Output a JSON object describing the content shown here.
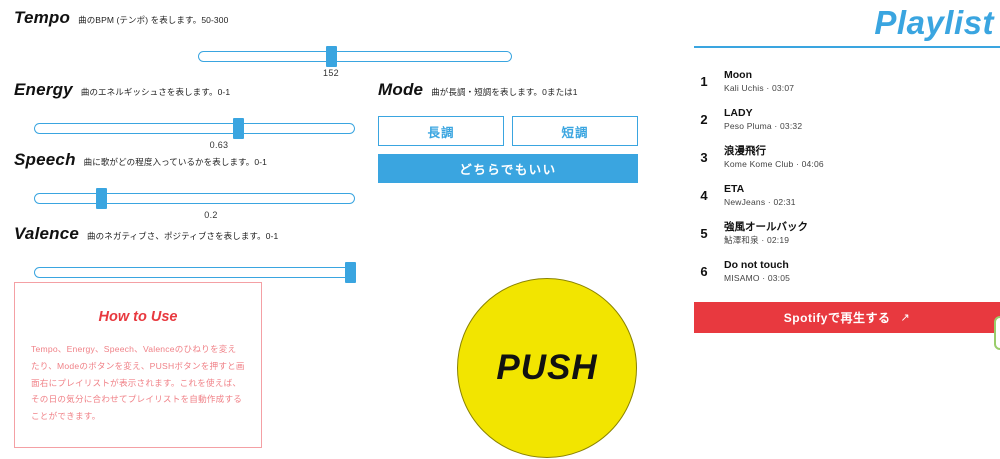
{
  "params": [
    {
      "name": "Tempo",
      "desc": "曲のBPM (テンポ) を表します。50-300",
      "value": "152"
    },
    {
      "name": "Energy",
      "desc": "曲のエネルギッシュさを表します。0-1",
      "value": "0.63"
    },
    {
      "name": "Speech",
      "desc": "曲に歌がどの程度入っているかを表します。0-1",
      "value": "0.2"
    },
    {
      "name": "Valence",
      "desc": "曲のネガティブさ、ポジティブさを表します。0-1",
      "value": "1"
    }
  ],
  "mode": {
    "name": "Mode",
    "desc": "曲が長調・短調を表します。0または1",
    "major_label": "長調",
    "minor_label": "短調",
    "either_label": "どちらでもいい"
  },
  "howto": {
    "title": "How to Use",
    "body": "Tempo、Energy、Speech、Valenceのひねりを変えたり、Modeのボタンを変え、PUSHボタンを押すと画面右にプレイリストが表示されます。これを使えば、その日の気分に合わせてプレイリストを自動作成することができます。"
  },
  "push": {
    "label": "PUSH"
  },
  "playlist": {
    "title": "Playlist",
    "tracks": [
      {
        "index": "1",
        "title": "Moon",
        "meta": "Kali Uchis · 03:07"
      },
      {
        "index": "2",
        "title": "LADY",
        "meta": "Peso Pluma · 03:32"
      },
      {
        "index": "3",
        "title": "浪漫飛行",
        "meta": "Kome Kome Club · 04:06"
      },
      {
        "index": "4",
        "title": "ETA",
        "meta": "NewJeans · 02:31"
      },
      {
        "index": "5",
        "title": "強風オールバック",
        "meta": "鮎澤和泉 · 02:19"
      },
      {
        "index": "6",
        "title": "Do not touch",
        "meta": "MISAMO · 03:05"
      }
    ],
    "spotify_label": "Spotifyで再生する",
    "external_icon": "↗"
  },
  "colors": {
    "accent_blue": "#3aa5e0",
    "red": "#e8393f",
    "yellow": "#f2e500",
    "green": "#9acd6a"
  }
}
